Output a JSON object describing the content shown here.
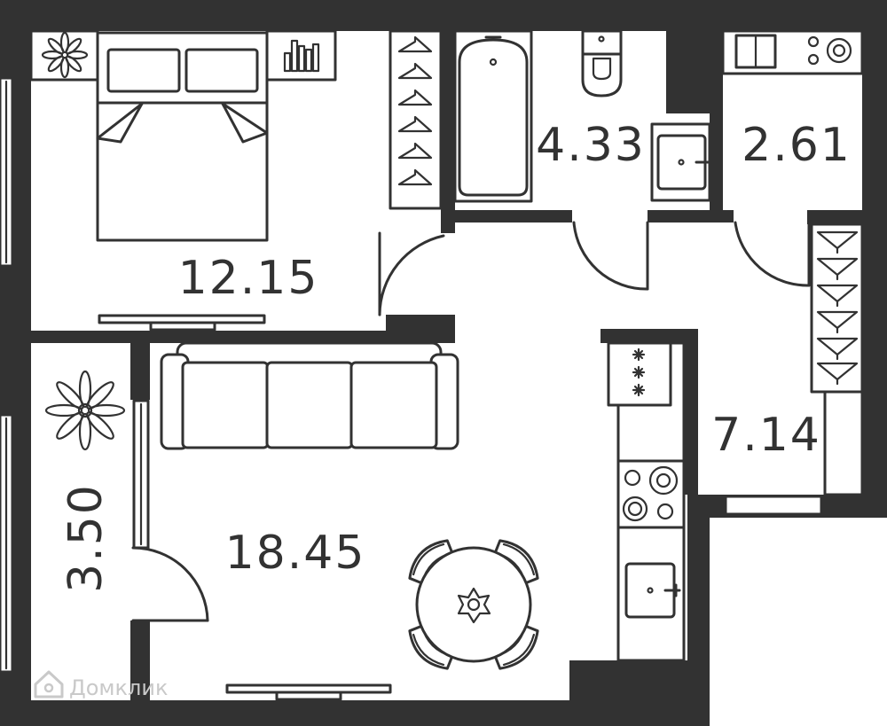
{
  "rooms": [
    {
      "name": "bedroom",
      "area": "12.15"
    },
    {
      "name": "bathroom",
      "area": "4.33"
    },
    {
      "name": "storage",
      "area": "2.61"
    },
    {
      "name": "hallway",
      "area": "7.14"
    },
    {
      "name": "balcony",
      "area": "3.50"
    },
    {
      "name": "living-kitchen",
      "area": "18.45"
    }
  ],
  "watermark": {
    "text": "Домклик",
    "icon": "house-logo-icon"
  },
  "colors": {
    "wall": "#323232",
    "background": "#ffffff",
    "watermark": "#c9c9c9"
  }
}
